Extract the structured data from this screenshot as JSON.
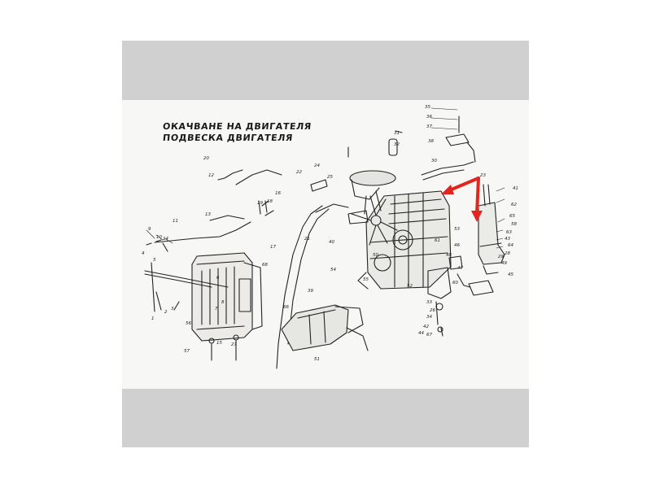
{
  "diagram": {
    "title_line1": "ОКАЧВАНЕ НА ДВИГАТЕЛЯ",
    "title_line2": "ПОДВЕСКА ДВИГАТЕЛЯ",
    "arrow_color": "#e0261e",
    "line_color": "#222222",
    "part_labels": [
      "1",
      "2",
      "3",
      "4",
      "5",
      "6",
      "7",
      "8",
      "9",
      "10",
      "11",
      "12",
      "13",
      "14",
      "15",
      "16",
      "17",
      "18",
      "19",
      "20",
      "21",
      "22",
      "23",
      "24",
      "25",
      "26",
      "27",
      "28",
      "29",
      "30",
      "31",
      "32",
      "33",
      "34",
      "35",
      "36",
      "37",
      "38",
      "39",
      "40",
      "41",
      "42",
      "43",
      "44",
      "45",
      "46",
      "47",
      "48",
      "49",
      "50",
      "51",
      "52",
      "53",
      "54",
      "55",
      "56",
      "57",
      "58",
      "60",
      "61",
      "62",
      "63",
      "64",
      "65",
      "66",
      "67",
      "68"
    ]
  }
}
